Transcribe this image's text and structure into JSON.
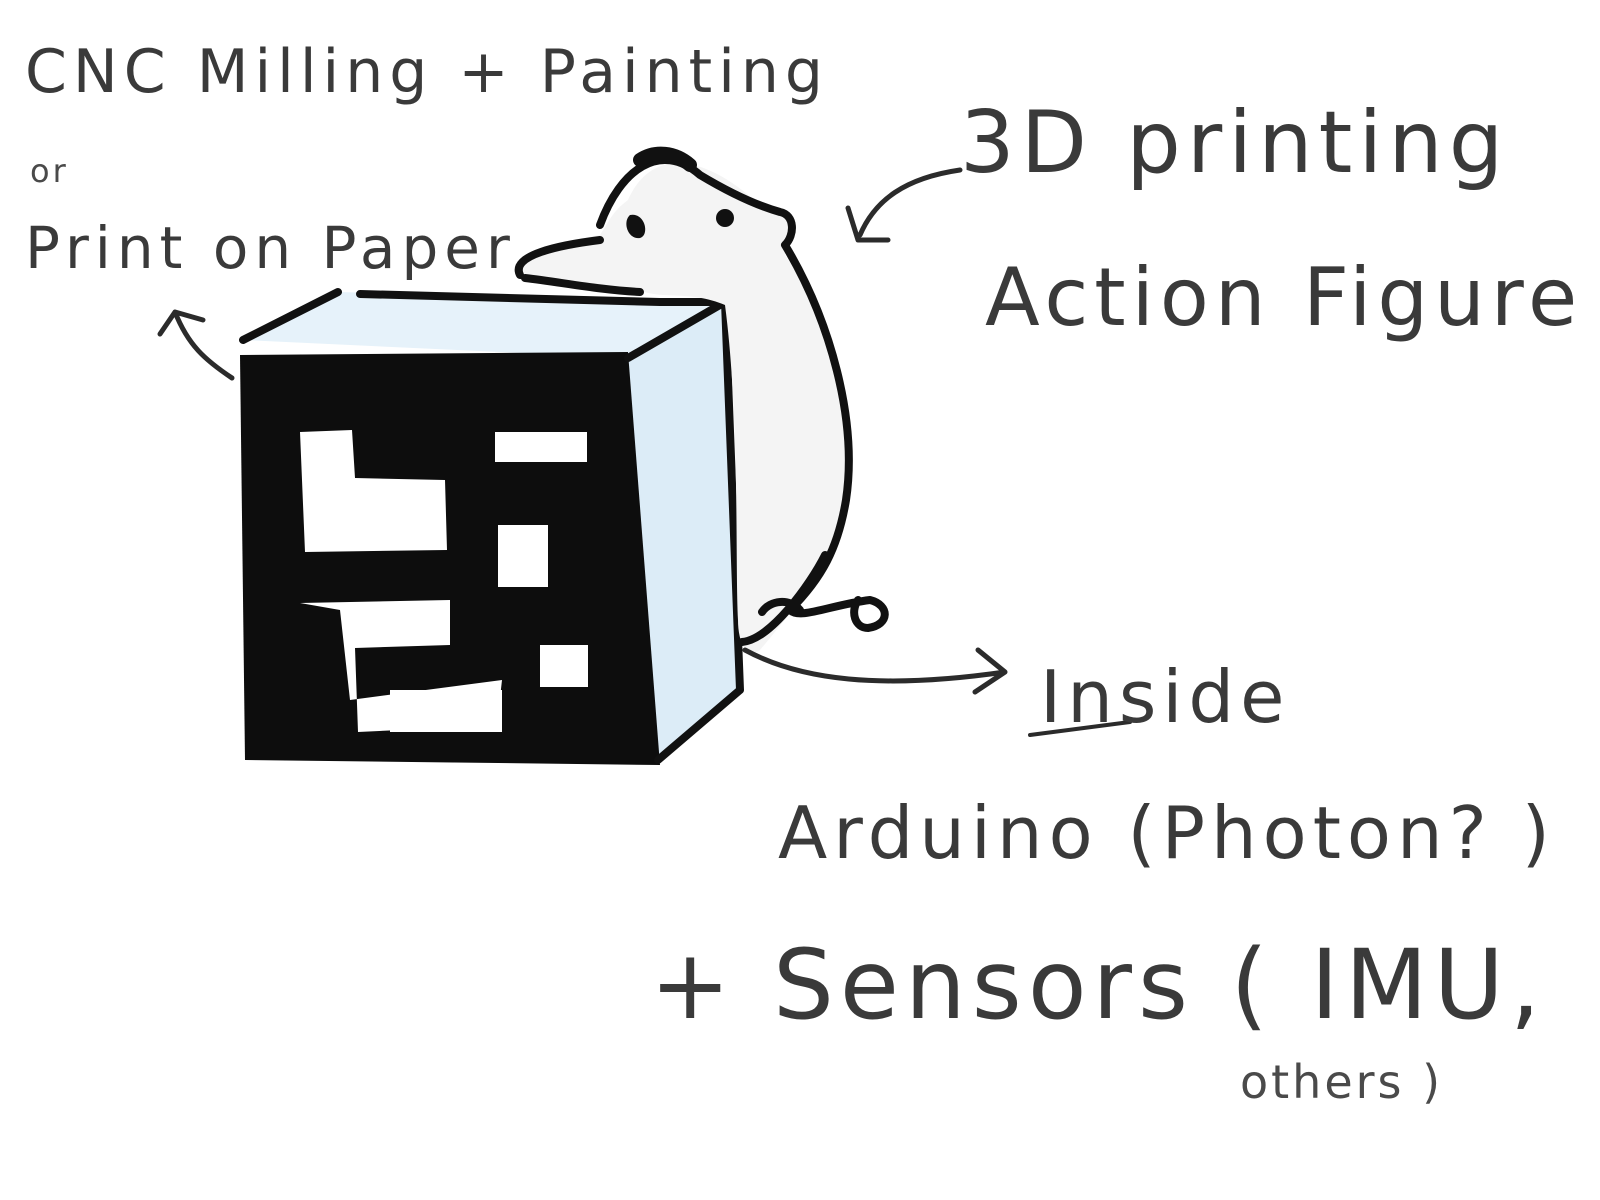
{
  "labels": {
    "cnc_line1": "CNC Milling + Painting",
    "or_text": "or",
    "print_line": "Print on Paper",
    "printing_3d": "3D printing",
    "action_figure": "Action Figure",
    "inside": "Inside",
    "arduino": "Arduino (Photon? )",
    "sensors": "+ Sensors ( IMU,",
    "others": "others )"
  },
  "colors": {
    "ink": "#111111",
    "text": "#3a3a3a",
    "cube_side": "#dcecf7",
    "figure_fill": "#f4f4f4"
  }
}
